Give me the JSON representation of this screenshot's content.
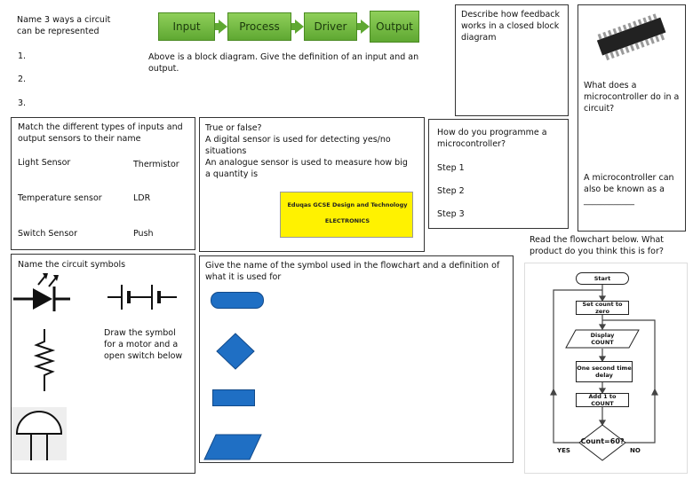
{
  "box_represent": {
    "title": "Name 3 ways a circuit can be represented",
    "items": [
      "1.",
      "2.",
      "3."
    ]
  },
  "block_diagram": {
    "blocks": [
      "Input",
      "Process",
      "Driver",
      "Output"
    ],
    "caption": "Above is a block diagram. Give the definition of an input and an output."
  },
  "feedback": {
    "text": "Describe how feedback works in a closed block diagram"
  },
  "microcontroller": {
    "question": "What does a microcontroller do in a circuit?",
    "known_as": "A microcontroller can also be known as a ____________"
  },
  "sensors": {
    "title": "Match the different types of inputs and output sensors to their name",
    "left": [
      "Light Sensor",
      "Temperature sensor",
      "Switch Sensor"
    ],
    "right": [
      "Thermistor",
      "LDR",
      "Push"
    ]
  },
  "true_false": {
    "title": "True or false?",
    "line1": "A digital sensor is used for detecting yes/no situations",
    "line2": "An analogue sensor is used to measure how big a quantity is"
  },
  "eduqas": {
    "line1": "Eduqas GCSE Design and Technology",
    "line2": "ELECTRONICS"
  },
  "programme": {
    "title": "How do you programme a microcontroller?",
    "steps": [
      "Step 1",
      "Step 2",
      "Step 3"
    ]
  },
  "symbols": {
    "title": "Name the circuit symbols",
    "draw": "Draw the symbol for a motor and a open switch below"
  },
  "flow_symbols": {
    "title": "Give the name of the symbol used in the flowchart and a definition of what it is used for",
    "color": "#1f6fc4"
  },
  "flowchart": {
    "question": "Read the flowchart below. What product do you think this is for?",
    "start": "Start",
    "set": "Set count to zero",
    "display": "Display COUNT",
    "delay": "One second time delay",
    "add": "Add 1 to COUNT",
    "decision": "Count=60?",
    "yes": "YES",
    "no": "NO"
  }
}
